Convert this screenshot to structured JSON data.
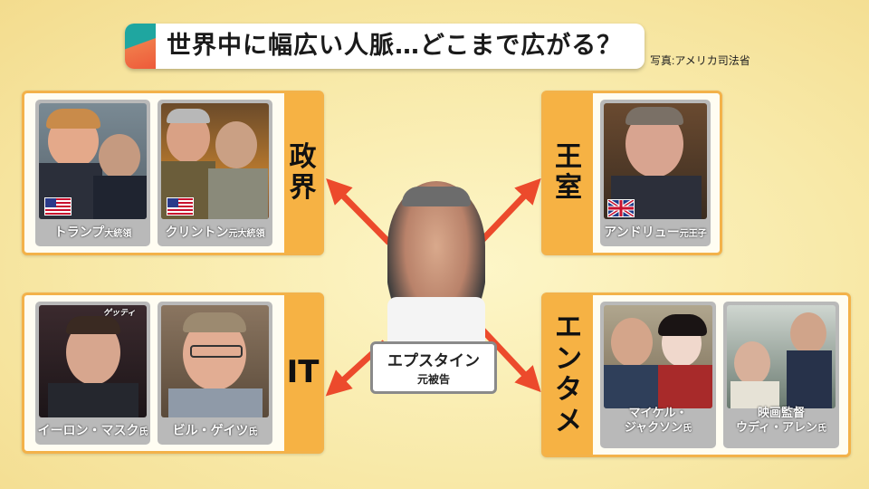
{
  "title": "世界中に幅広い人脈…どこまで広がる？",
  "photo_credit": "写真:アメリカ司法省",
  "center": {
    "name": "エプスタイン",
    "role": "元被告"
  },
  "groups": {
    "politics": {
      "label": "政界",
      "people": [
        {
          "name": "トランプ",
          "title": "大統領",
          "flag": "US"
        },
        {
          "name": "クリントン",
          "title": "元大統領",
          "flag": "US"
        }
      ]
    },
    "royalty": {
      "label": "王室",
      "people": [
        {
          "name": "アンドリュー",
          "title": "元王子",
          "flag": "UK"
        }
      ]
    },
    "it": {
      "label": "IT",
      "credit": "ゲッティ",
      "people": [
        {
          "name": "イーロン・マスク",
          "title": "氏"
        },
        {
          "name": "ビル・ゲイツ",
          "title": "氏"
        }
      ]
    },
    "entertainment": {
      "label": "エンタメ",
      "people": [
        {
          "name_line1": "マイケル・",
          "name_line2": "ジャクソン",
          "title": "氏"
        },
        {
          "name_line1": "映画監督",
          "name_line2": "ウディ・アレン",
          "title": "氏"
        }
      ]
    }
  },
  "colors": {
    "accent": "#f6b244",
    "arrow": "#ec4a2c",
    "teal": "#1fa6a0"
  }
}
